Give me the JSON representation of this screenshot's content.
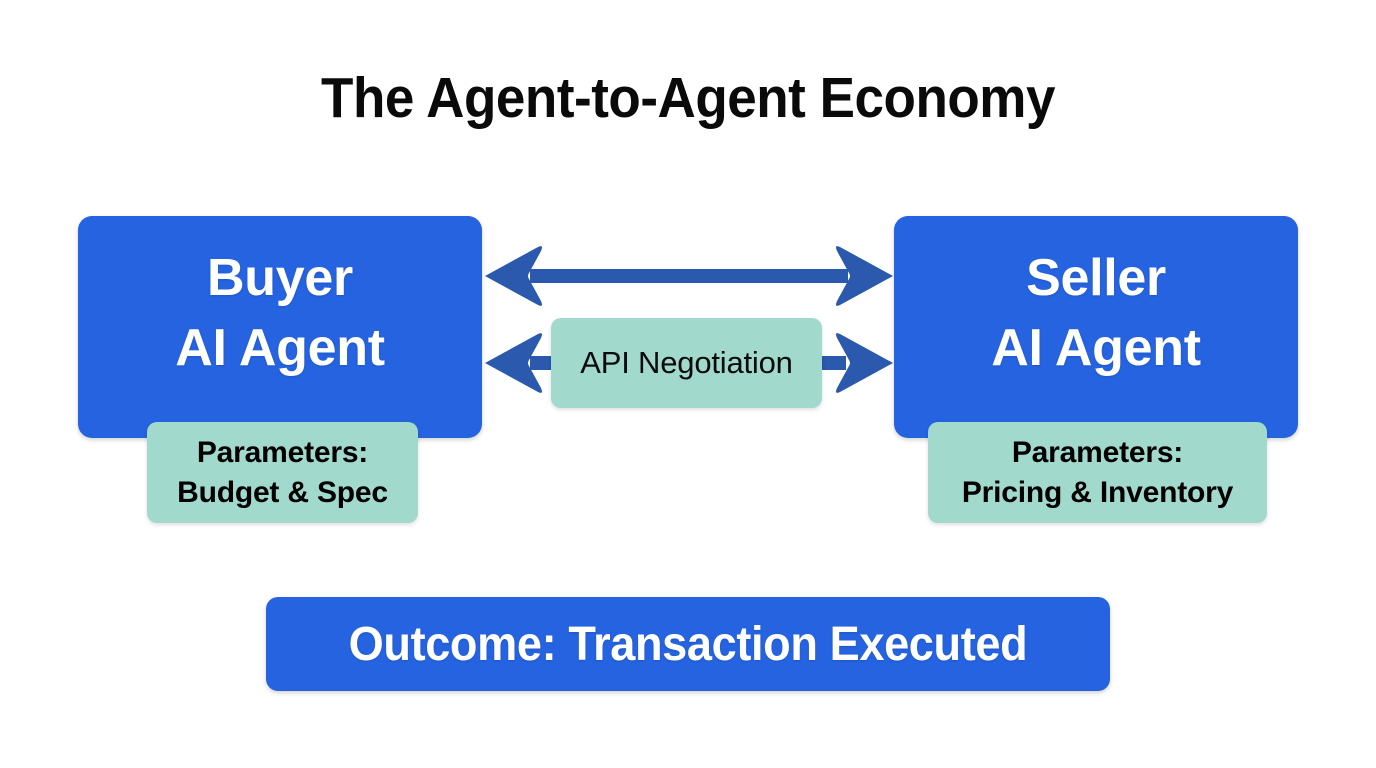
{
  "title": "The Agent-to-Agent Economy",
  "colors": {
    "background": "#ffffff",
    "card_blue": "#2563e0",
    "arrow_blue": "#2a59ad",
    "chip_green": "#a2d9cd",
    "card_text": "#ffffff",
    "chip_text": "#000000",
    "title_text": "#0a0a0a"
  },
  "buyer": {
    "card_label": "Buyer\nAI Agent",
    "params_label": "Parameters:\nBudget & Spec"
  },
  "seller": {
    "card_label": "Seller\nAI Agent",
    "params_label": "Parameters:\nPricing & Inventory"
  },
  "negotiation": {
    "label": "API Negotiation"
  },
  "arrows": [
    {
      "name": "bidirectional-exchange-arrow",
      "direction": "both"
    },
    {
      "name": "negotiation-arrow-left",
      "direction": "left"
    },
    {
      "name": "negotiation-arrow-right",
      "direction": "right"
    }
  ],
  "outcome": {
    "label": "Outcome: Transaction Executed"
  }
}
